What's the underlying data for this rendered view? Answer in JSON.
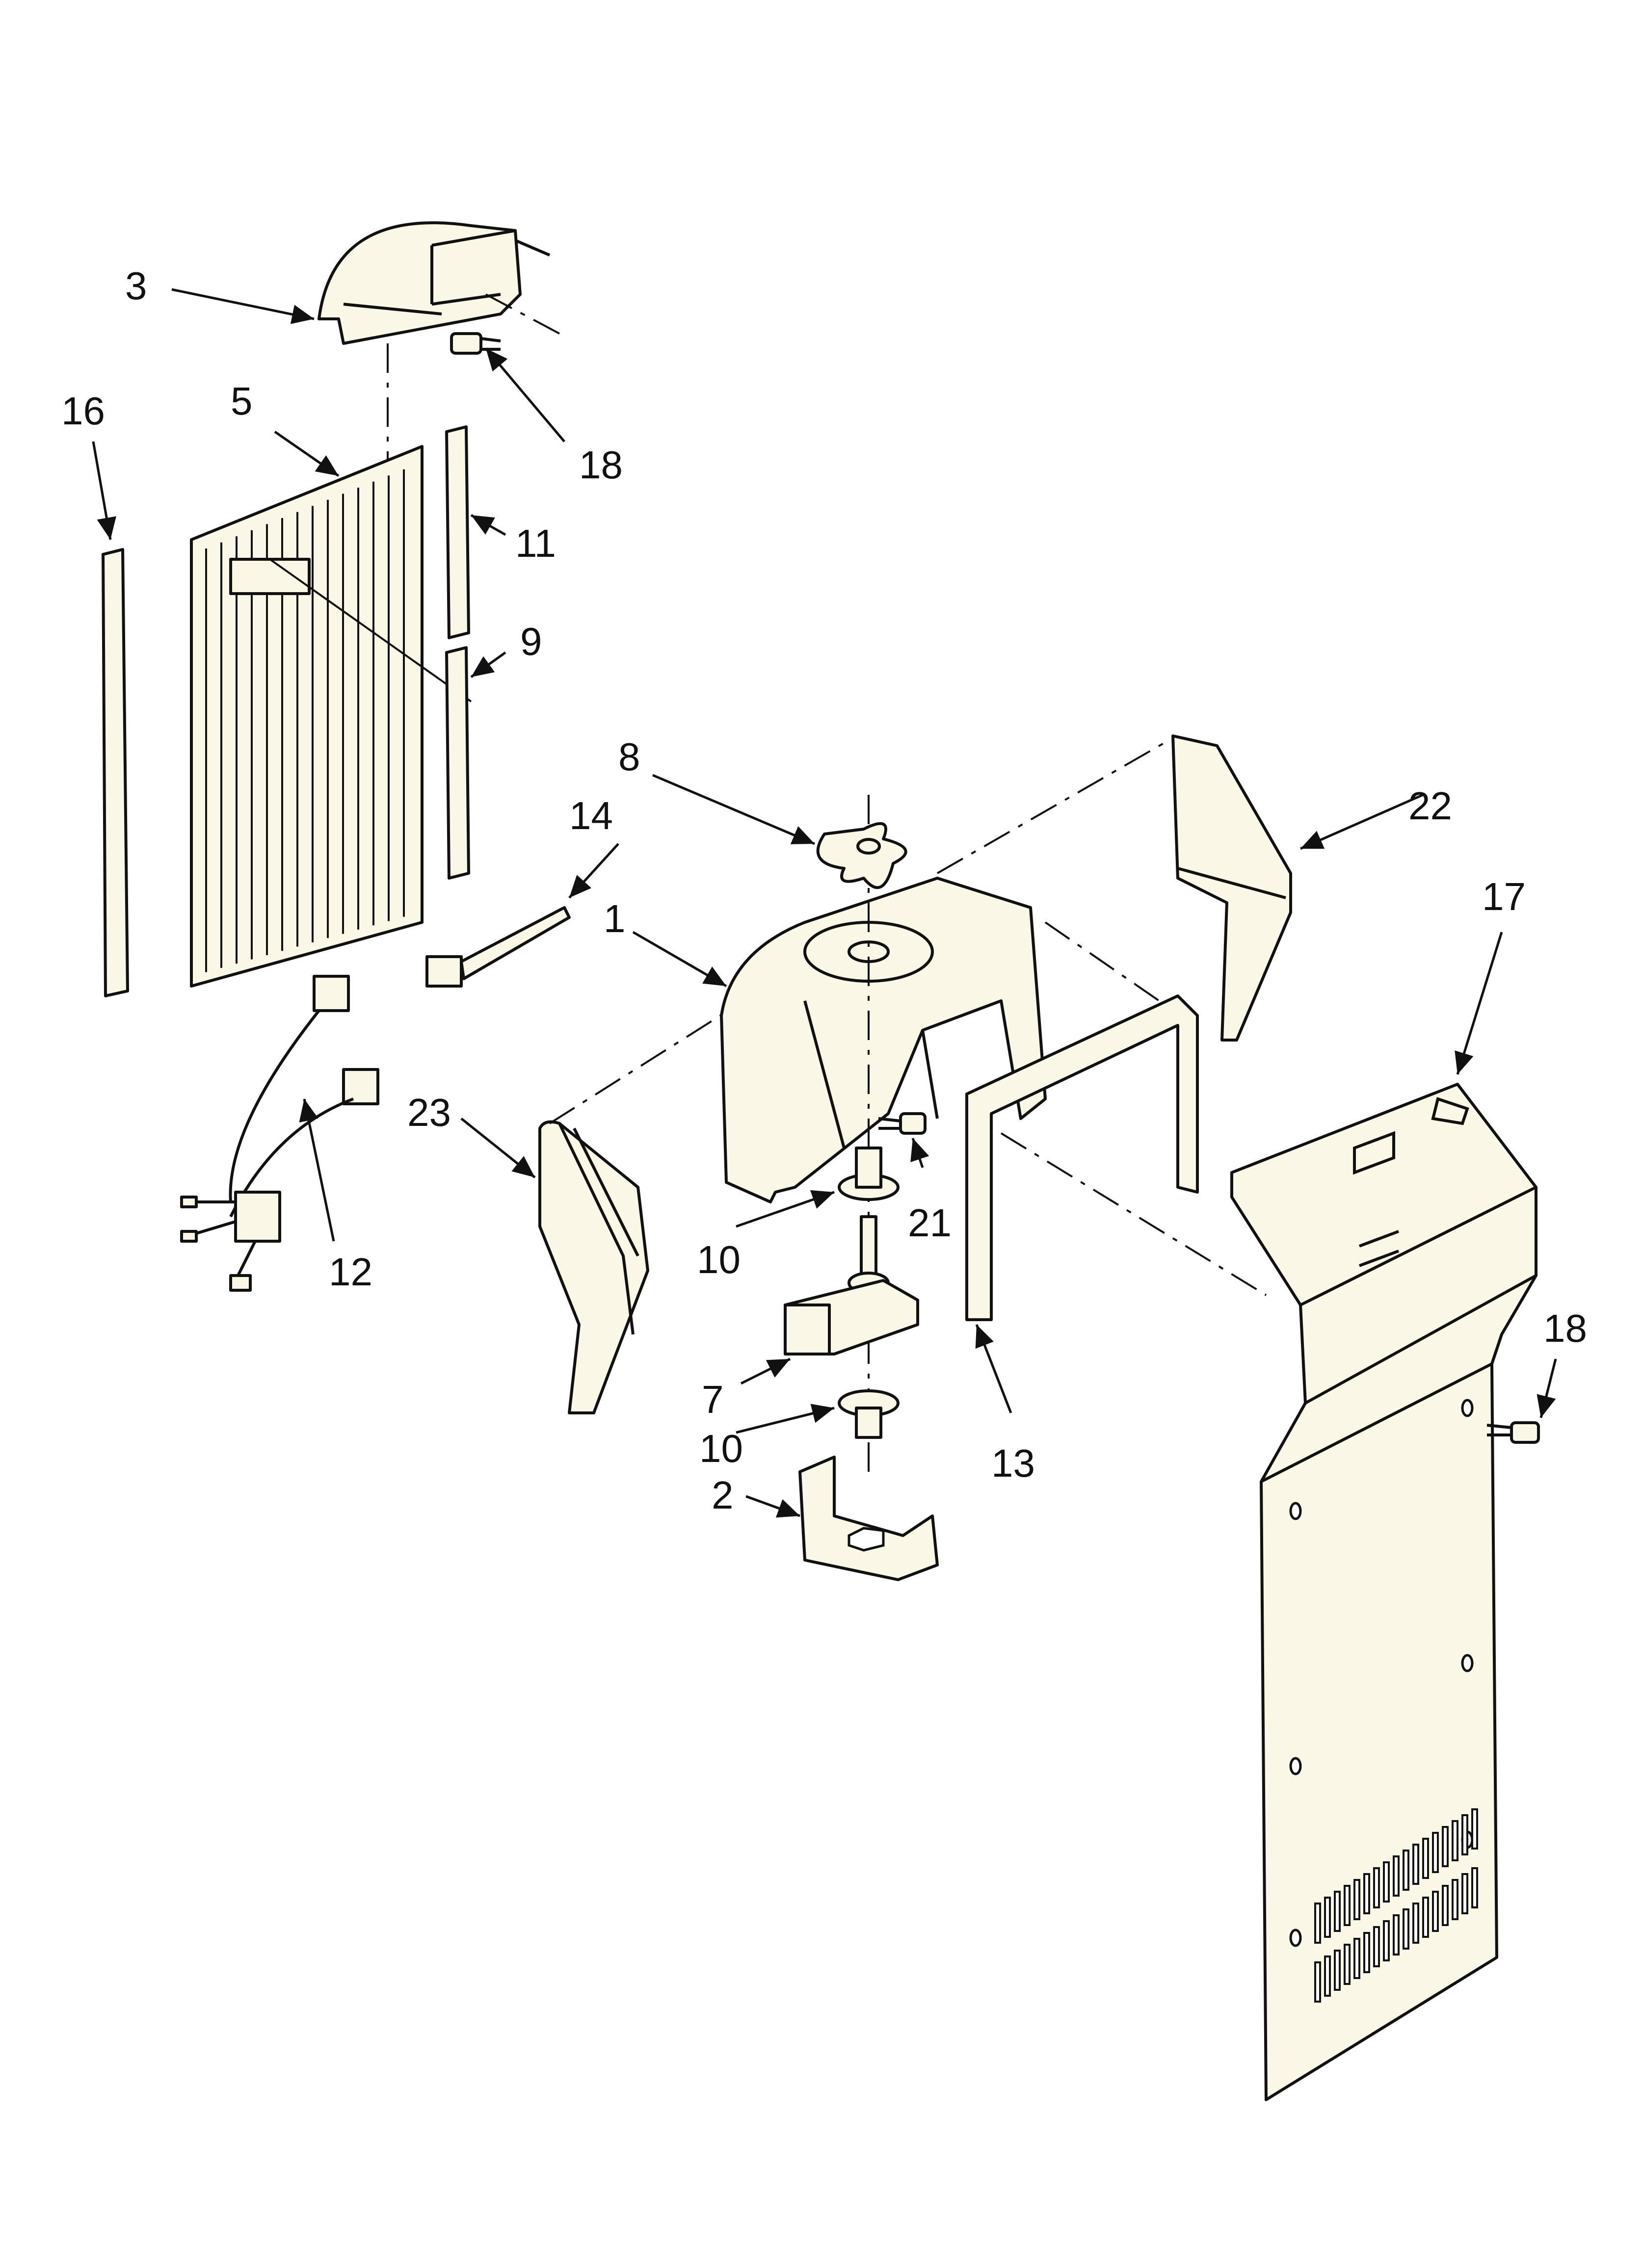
{
  "callouts": {
    "c1": "1",
    "c2": "2",
    "c3": "3",
    "c5": "5",
    "c7": "7",
    "c8": "8",
    "c9": "9",
    "c10a": "10",
    "c10b": "10",
    "c11": "11",
    "c12": "12",
    "c13": "13",
    "c14": "14",
    "c16": "16",
    "c17": "17",
    "c18a": "18",
    "c18b": "18",
    "c21": "21",
    "c22": "22",
    "c23": "23"
  }
}
